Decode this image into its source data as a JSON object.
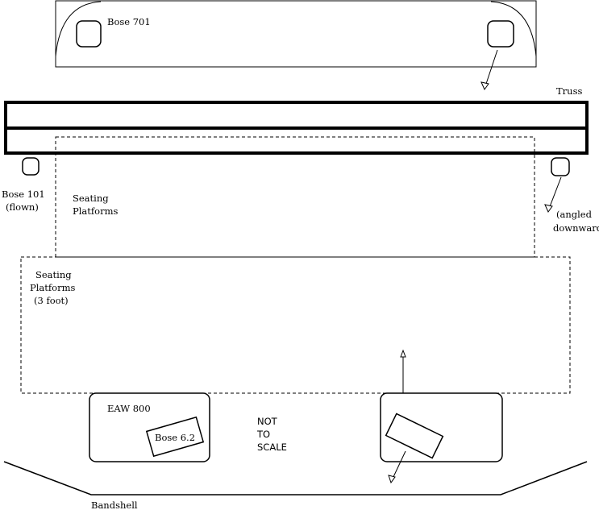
{
  "labels": {
    "bose701": "Bose 701",
    "truss": "Truss",
    "bose101_line1": "Bose 101",
    "bose101_line2": "(flown)",
    "angled_line1": "(angled",
    "angled_line2": "downward)",
    "seating_upper_line1": "Seating",
    "seating_upper_line2": "Platforms",
    "seating_lower_line1": "Seating",
    "seating_lower_line2": "Platforms",
    "seating_lower_line3": "(3 foot)",
    "eaw800": "EAW  800",
    "bose62": "Bose  6.2",
    "not_to_scale_line1": "NOT",
    "not_to_scale_line2": "TO",
    "not_to_scale_line3": "SCALE",
    "bandshell": "Bandshell"
  }
}
